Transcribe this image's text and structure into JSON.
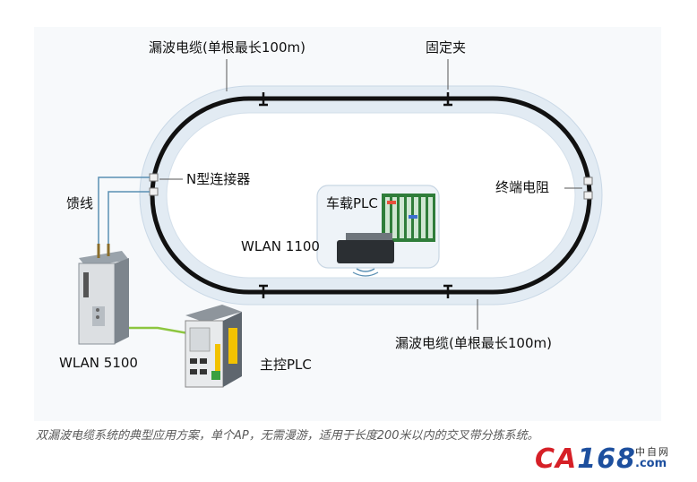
{
  "labels": {
    "cable_top": "漏波电缆(单根最长100m)",
    "clamp": "固定夹",
    "n_connector": "N型连接器",
    "feeder": "馈线",
    "terminator": "终端电阻",
    "vehicle_plc": "车载PLC",
    "wlan_1100": "WLAN 1100",
    "wlan_5100": "WLAN 5100",
    "main_plc": "主控PLC",
    "cable_bottom": "漏波电缆(单根最长100m)"
  },
  "caption": "双漏波电缆系统的典型应用方案，单个AP，无需漫游，适用于长度200米以内的交叉带分拣系统。",
  "logo": {
    "ca": "CA",
    "num": "168",
    "sub1": "中自网",
    "sub2": ".com"
  },
  "colors": {
    "track_outer": "#e4edf5",
    "cable": "#111111",
    "link_green": "#8dc63f",
    "feeder_blue": "#5a8fb3",
    "logo_red": "#d62027",
    "logo_blue": "#1d4f9e"
  }
}
